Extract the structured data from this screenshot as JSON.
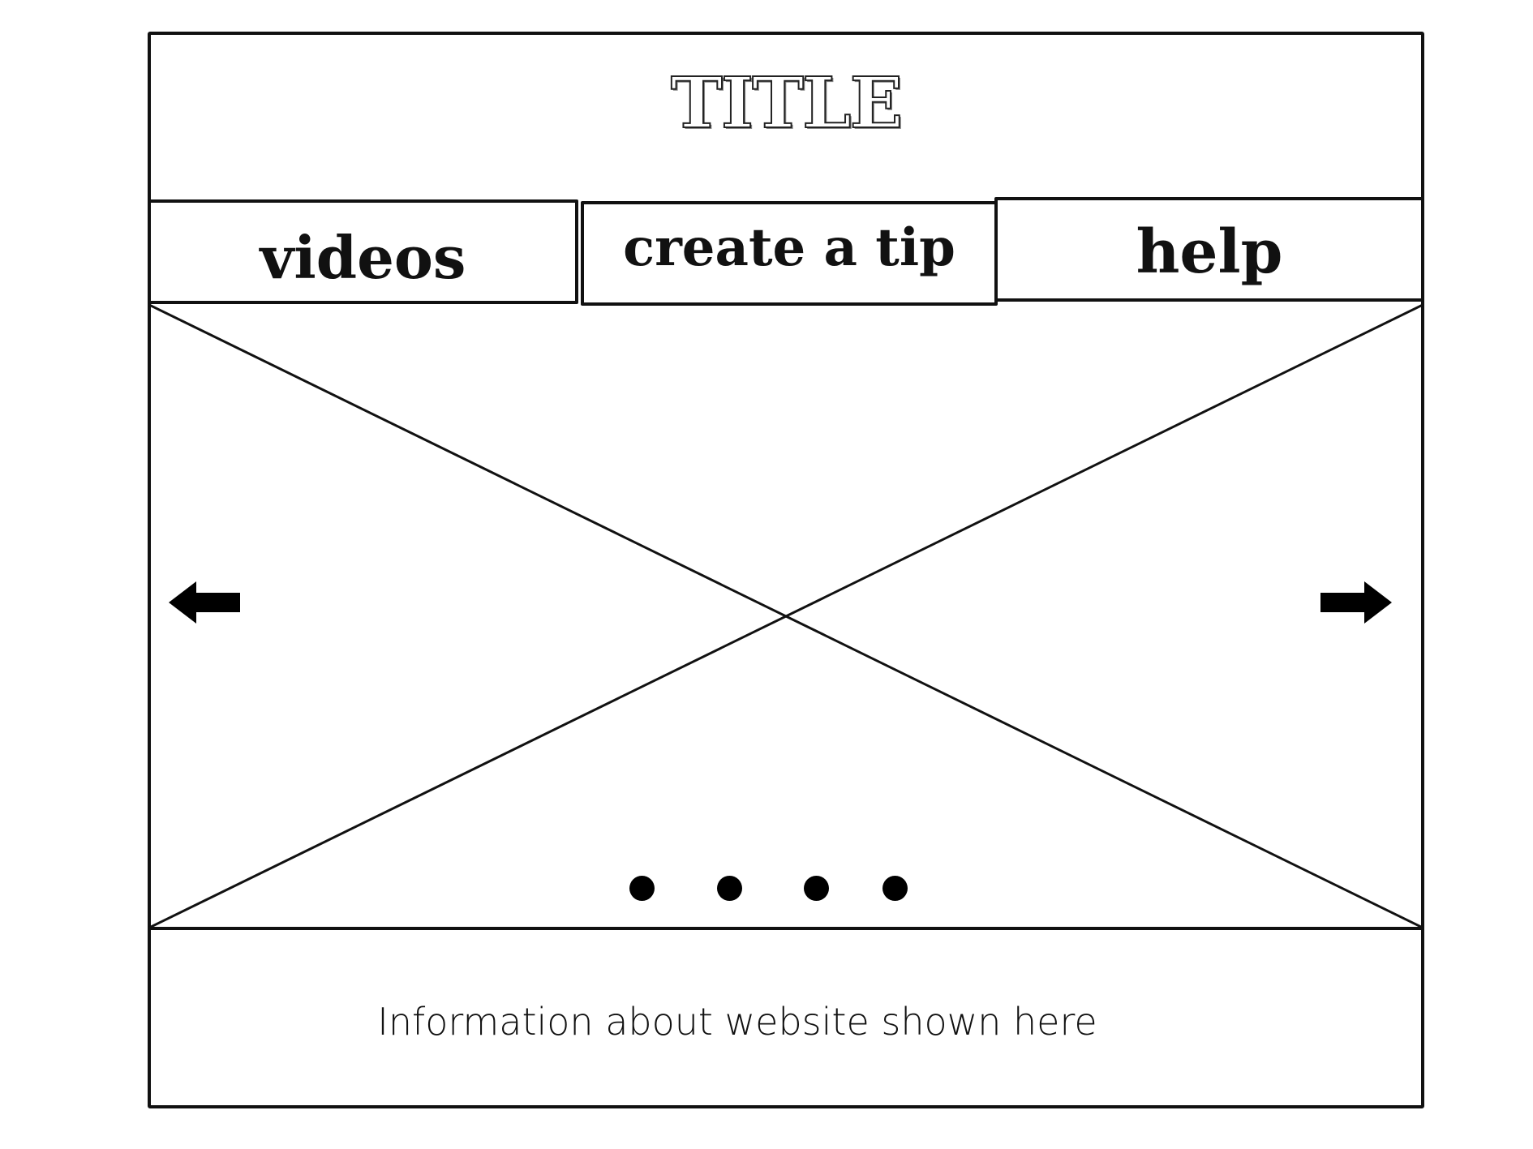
{
  "header": {
    "title": "TITLE"
  },
  "nav": {
    "tabs": [
      {
        "label": "videos"
      },
      {
        "label": "create a tip"
      },
      {
        "label": "help"
      }
    ]
  },
  "carousel": {
    "placeholder": "image-placeholder",
    "prev_icon": "arrow-left-icon",
    "next_icon": "arrow-right-icon",
    "dot_count": 4
  },
  "footer": {
    "info": "Information about website shown here"
  }
}
